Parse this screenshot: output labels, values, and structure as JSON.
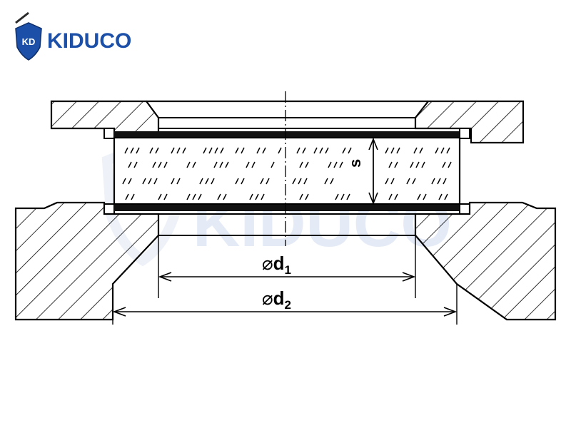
{
  "brand": {
    "name": "KIDUCO",
    "badge": "KD",
    "color": "#1C4FA8",
    "watermark_color": "#DCE5F2"
  },
  "drawing": {
    "ink_color": "#000000",
    "dimension_d1": {
      "symbol": "⌀",
      "letter": "d",
      "subscript": "1"
    },
    "dimension_d2": {
      "symbol": "⌀",
      "letter": "d",
      "subscript": "2"
    },
    "dimension_s": {
      "letter": "s"
    }
  }
}
